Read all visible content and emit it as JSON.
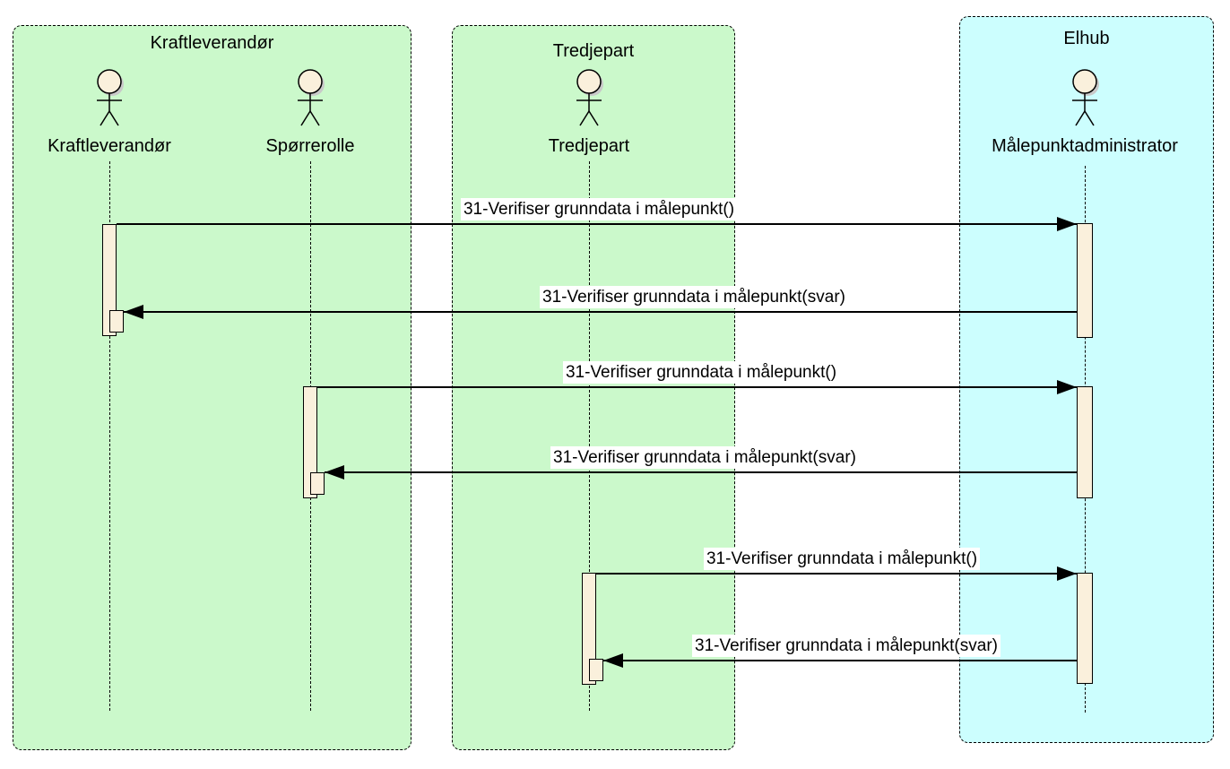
{
  "diagram": {
    "type": "uml-sequence-diagram",
    "frames": [
      {
        "title": "Kraftleverandør",
        "color": "#cbf9cb"
      },
      {
        "title": "Tredjepart",
        "color": "#cbf9cb"
      },
      {
        "title": "Elhub",
        "color": "#ccfefe"
      }
    ],
    "actors": [
      {
        "name": "Kraftleverandør",
        "frame": "Kraftleverandør"
      },
      {
        "name": "Spørrerolle",
        "frame": "Kraftleverandør"
      },
      {
        "name": "Tredjepart",
        "frame": "Tredjepart"
      },
      {
        "name": "Målepunktadministrator",
        "frame": "Elhub"
      }
    ],
    "messages": [
      {
        "label": "31-Verifiser grunndata i målepunkt()",
        "from": "Kraftleverandør",
        "to": "Målepunktadministrator",
        "direction": "right"
      },
      {
        "label": "31-Verifiser grunndata i målepunkt(svar)",
        "from": "Målepunktadministrator",
        "to": "Kraftleverandør",
        "direction": "left"
      },
      {
        "label": "31-Verifiser grunndata i målepunkt()",
        "from": "Spørrerolle",
        "to": "Målepunktadministrator",
        "direction": "right"
      },
      {
        "label": "31-Verifiser grunndata i målepunkt(svar)",
        "from": "Målepunktadministrator",
        "to": "Spørrerolle",
        "direction": "left"
      },
      {
        "label": "31-Verifiser grunndata i målepunkt()",
        "from": "Tredjepart",
        "to": "Målepunktadministrator",
        "direction": "right"
      },
      {
        "label": "31-Verifiser grunndata i målepunkt(svar)",
        "from": "Målepunktadministrator",
        "to": "Tredjepart",
        "direction": "left"
      }
    ],
    "colors": {
      "frame_green": "#cbf9cb",
      "frame_cyan": "#ccfefe",
      "activation_fill": "#faf0dc",
      "line": "#000000",
      "label_background": "#ffffff",
      "background": "#ffffff"
    }
  }
}
